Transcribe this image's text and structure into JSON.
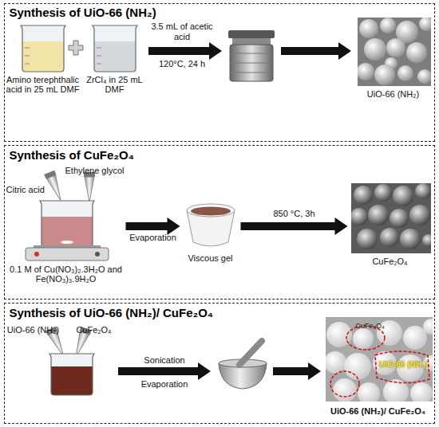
{
  "diagram": {
    "nodes": [
      {
        "text": [
          "Synthesis of UiO-66 (NH₂)"
        ]
      },
      {
        "text": [
          "Amino terephthalic acid in 25 mL DMF"
        ],
        "in": 0
      },
      {
        "text": [
          "ZrCl₄ in 25 mL DMF"
        ],
        "in": 0
      },
      {
        "text": [
          "UiO-66 (NH₂)"
        ],
        "in": 0
      },
      {
        "text": [
          "Synthesis of CuFe₂O₄"
        ]
      },
      {
        "text": [
          "Citric acid",
          "Ethylene glycol",
          "0.1 M of Cu(NO₃)₂.3H₂O and Fe(NO₃)₃.9H₂O"
        ],
        "in": 4
      },
      {
        "text": [
          "Viscous gel"
        ],
        "in": 4
      },
      {
        "text": [
          "CuFe₂O₄"
        ],
        "in": 4
      },
      {
        "text": [
          "Synthesis of UiO-66 (NH₂)/ CuFe₂O₄"
        ]
      },
      {
        "text": [
          "UiO-66 (NH₂)",
          "CuFe₂O₄"
        ],
        "in": 8
      },
      {
        "text": [
          "CuFe₂O₄",
          "UiO-66 (NH₂)",
          "UiO-66 (NH₂)/ CuFe₂O₄"
        ],
        "in": 8
      }
    ],
    "edges": [
      {
        "from": 5,
        "to": 6,
        "arrow": "to",
        "label": "Evaporation"
      },
      {
        "from": 6,
        "to": 7,
        "arrow": "to",
        "label": "850 °C, 3h"
      }
    ],
    "labels": [
      "3.5 mL of acetic acid",
      "120°C, 24 h",
      "Sonication",
      "Evaporation"
    ]
  }
}
